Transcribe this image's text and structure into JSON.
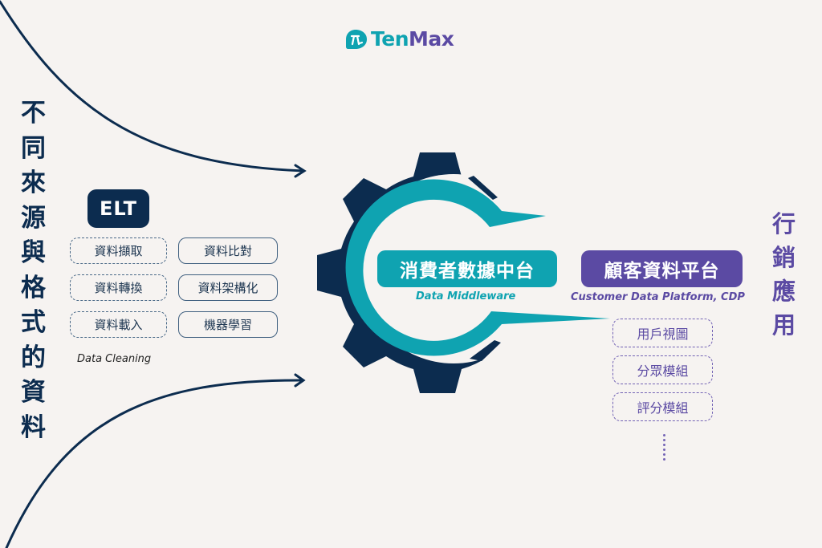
{
  "brand": {
    "logo_icon": "tenmax-badge-icon",
    "name_part1": "Ten",
    "name_part2": "Max",
    "colors": {
      "teal": "#0fa3b1",
      "purple": "#5b4aa3",
      "navy": "#0c2c4f",
      "background": "#f6f3f1"
    }
  },
  "left": {
    "vertical_title": [
      "不",
      "同",
      "來",
      "源",
      "與",
      "格",
      "式",
      "的",
      "資",
      "料"
    ],
    "elt_label": "ELT",
    "elt_steps": [
      "資料擷取",
      "資料轉換",
      "資料載入"
    ],
    "processing_steps": [
      "資料比對",
      "資料架構化",
      "機器學習"
    ],
    "caption": "Data Cleaning"
  },
  "center": {
    "title": "消費者數據中台",
    "caption": "Data Middleware",
    "icon": "gear-icon"
  },
  "cdp": {
    "title": "顧客資料平台",
    "caption": "Customer Data Platform, CDP",
    "modules": [
      "用戶視圖",
      "分眾模組",
      "評分模組"
    ],
    "more_indicator": "vertical-ellipsis"
  },
  "right": {
    "vertical_title": [
      "行",
      "銷",
      "應",
      "用"
    ]
  }
}
